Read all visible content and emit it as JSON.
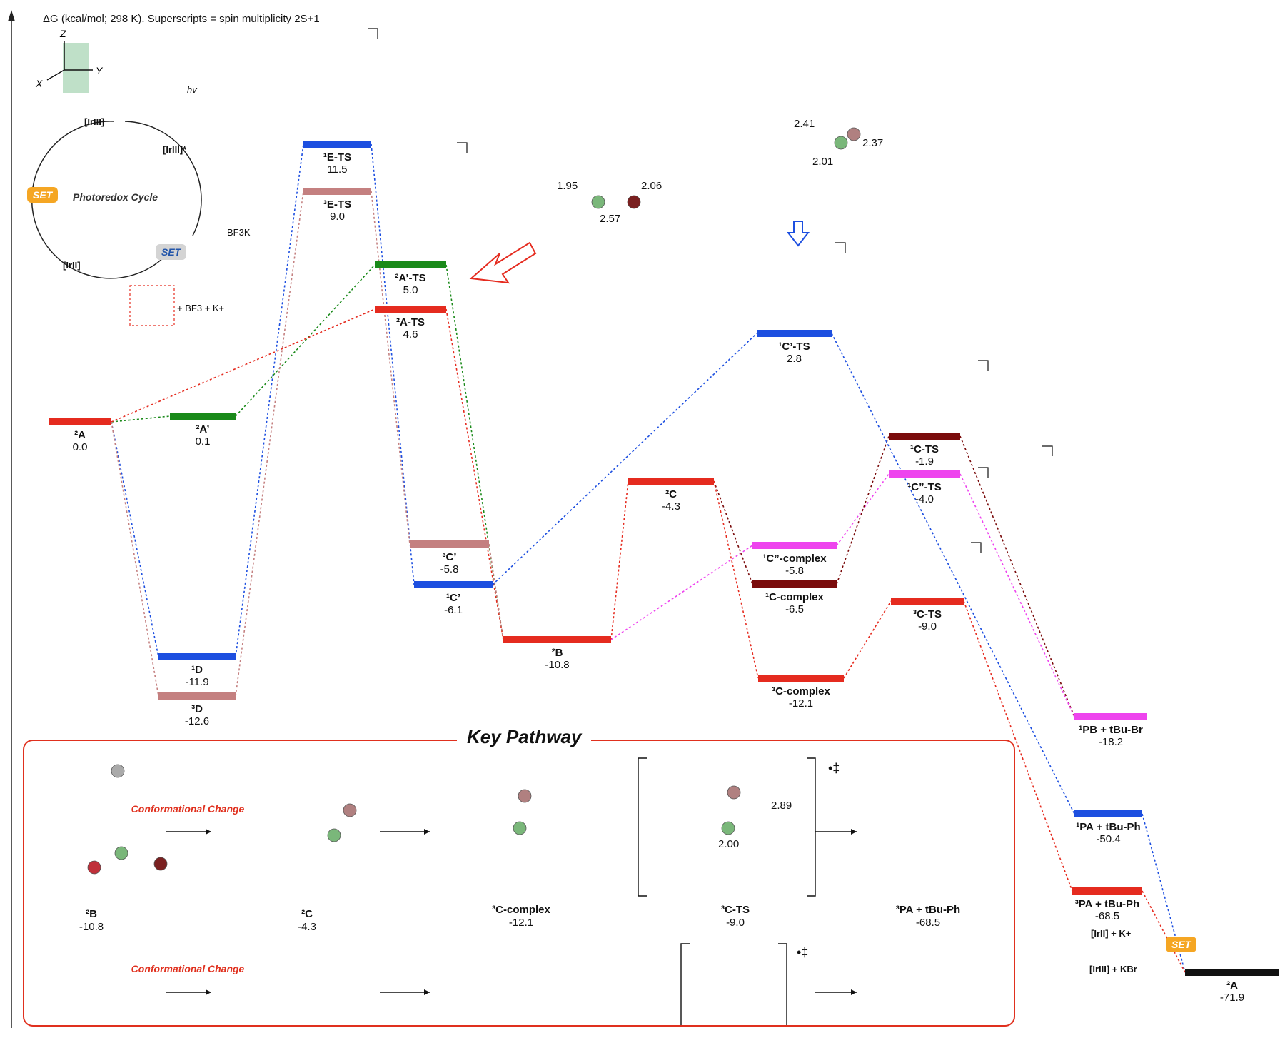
{
  "header": {
    "text": "ΔG (kcal/mol; 298 K).  Superscripts = spin multiplicity 2S+1"
  },
  "axes_glyph": {
    "z": "Z",
    "x": "X",
    "y": "Y"
  },
  "photoredox": {
    "title": "Photoredox Cycle",
    "ir3": "[IrIII]",
    "ir3_excited": "[IrIII]*",
    "ir2": "[IrII]",
    "hv": "hv",
    "set1": "SET",
    "set2": "SET",
    "reagent": "BF3K",
    "products": "+ BF3  +  K+"
  },
  "states": [
    {
      "id": "2A",
      "name": "²A",
      "energy": "0.0",
      "color": "#e52b1f"
    },
    {
      "id": "2Ap",
      "name": "²A’",
      "energy": "0.1",
      "color": "#1a8a1a"
    },
    {
      "id": "1D",
      "name": "¹D",
      "energy": "-11.9",
      "color": "#1d4fe0"
    },
    {
      "id": "3D",
      "name": "³D",
      "energy": "-12.6",
      "color": "#c48080"
    },
    {
      "id": "1ETS",
      "name": "¹E-TS",
      "energy": "11.5",
      "color": "#1d4fe0"
    },
    {
      "id": "3ETS",
      "name": "³E-TS",
      "energy": "9.0",
      "color": "#c48080"
    },
    {
      "id": "2ApTS",
      "name": "²A’-TS",
      "energy": "5.0",
      "color": "#1a8a1a"
    },
    {
      "id": "2ATS",
      "name": "²A-TS",
      "energy": "4.6",
      "color": "#e52b1f"
    },
    {
      "id": "3Cp",
      "name": "³C’",
      "energy": "-5.8",
      "color": "#c48080"
    },
    {
      "id": "1Cp",
      "name": "¹C’",
      "energy": "-6.1",
      "color": "#1d4fe0"
    },
    {
      "id": "2B",
      "name": "²B",
      "energy": "-10.8",
      "color": "#e52b1f"
    },
    {
      "id": "2C",
      "name": "²C",
      "energy": "-4.3",
      "color": "#e52b1f"
    },
    {
      "id": "1CpTS",
      "name": "¹C’-TS",
      "energy": "2.8",
      "color": "#1d4fe0"
    },
    {
      "id": "1Cppc",
      "name": "¹C”-complex",
      "energy": "-5.8",
      "color": "#ee44ee"
    },
    {
      "id": "1Cc",
      "name": "¹C-complex",
      "energy": "-6.5",
      "color": "#7a0b0b"
    },
    {
      "id": "3Cc",
      "name": "³C-complex",
      "energy": "-12.1",
      "color": "#e52b1f"
    },
    {
      "id": "1CTS",
      "name": "¹C-TS",
      "energy": "-1.9",
      "color": "#7a0b0b"
    },
    {
      "id": "1CppTS",
      "name": "¹C”-TS",
      "energy": "-4.0",
      "color": "#ee44ee"
    },
    {
      "id": "3CTS",
      "name": "³C-TS",
      "energy": "-9.0",
      "color": "#e52b1f"
    },
    {
      "id": "1PB",
      "name": "¹PB + tBu-Br",
      "energy": "-18.2",
      "color": "#ee44ee"
    },
    {
      "id": "1PA",
      "name": "¹PA + tBu-Ph",
      "energy": "-50.4",
      "color": "#1d4fe0"
    },
    {
      "id": "3PA",
      "name": "³PA + tBu-Ph",
      "energy": "-68.5",
      "color": "#e52b1f"
    },
    {
      "id": "2Afinal",
      "name": "²A",
      "energy": "-71.9",
      "color": "#111111"
    }
  ],
  "distances": {
    "d1": "1.95",
    "d2": "2.06",
    "d3": "2.57",
    "d4": "2.41",
    "d5": "2.37",
    "d6": "2.01",
    "d7": "2.89",
    "d8": "2.00"
  },
  "ts_mark": "‡",
  "final_set": {
    "badge": "SET",
    "left1": "[IrII]  +  K+",
    "left2": "[IrIII]  +  KBr"
  },
  "key_pathway": {
    "title": "Key Pathway",
    "conf_change": "Conformational Change",
    "steps": [
      {
        "name": "²B",
        "energy": "-10.8"
      },
      {
        "name": "²C",
        "energy": "-4.3"
      },
      {
        "name": "³C-complex",
        "energy": "-12.1"
      },
      {
        "name": "³C-TS",
        "energy": "-9.0"
      },
      {
        "name": "³PA  + tBu-Ph",
        "energy": "-68.5"
      }
    ],
    "radical_ts": "•‡"
  }
}
